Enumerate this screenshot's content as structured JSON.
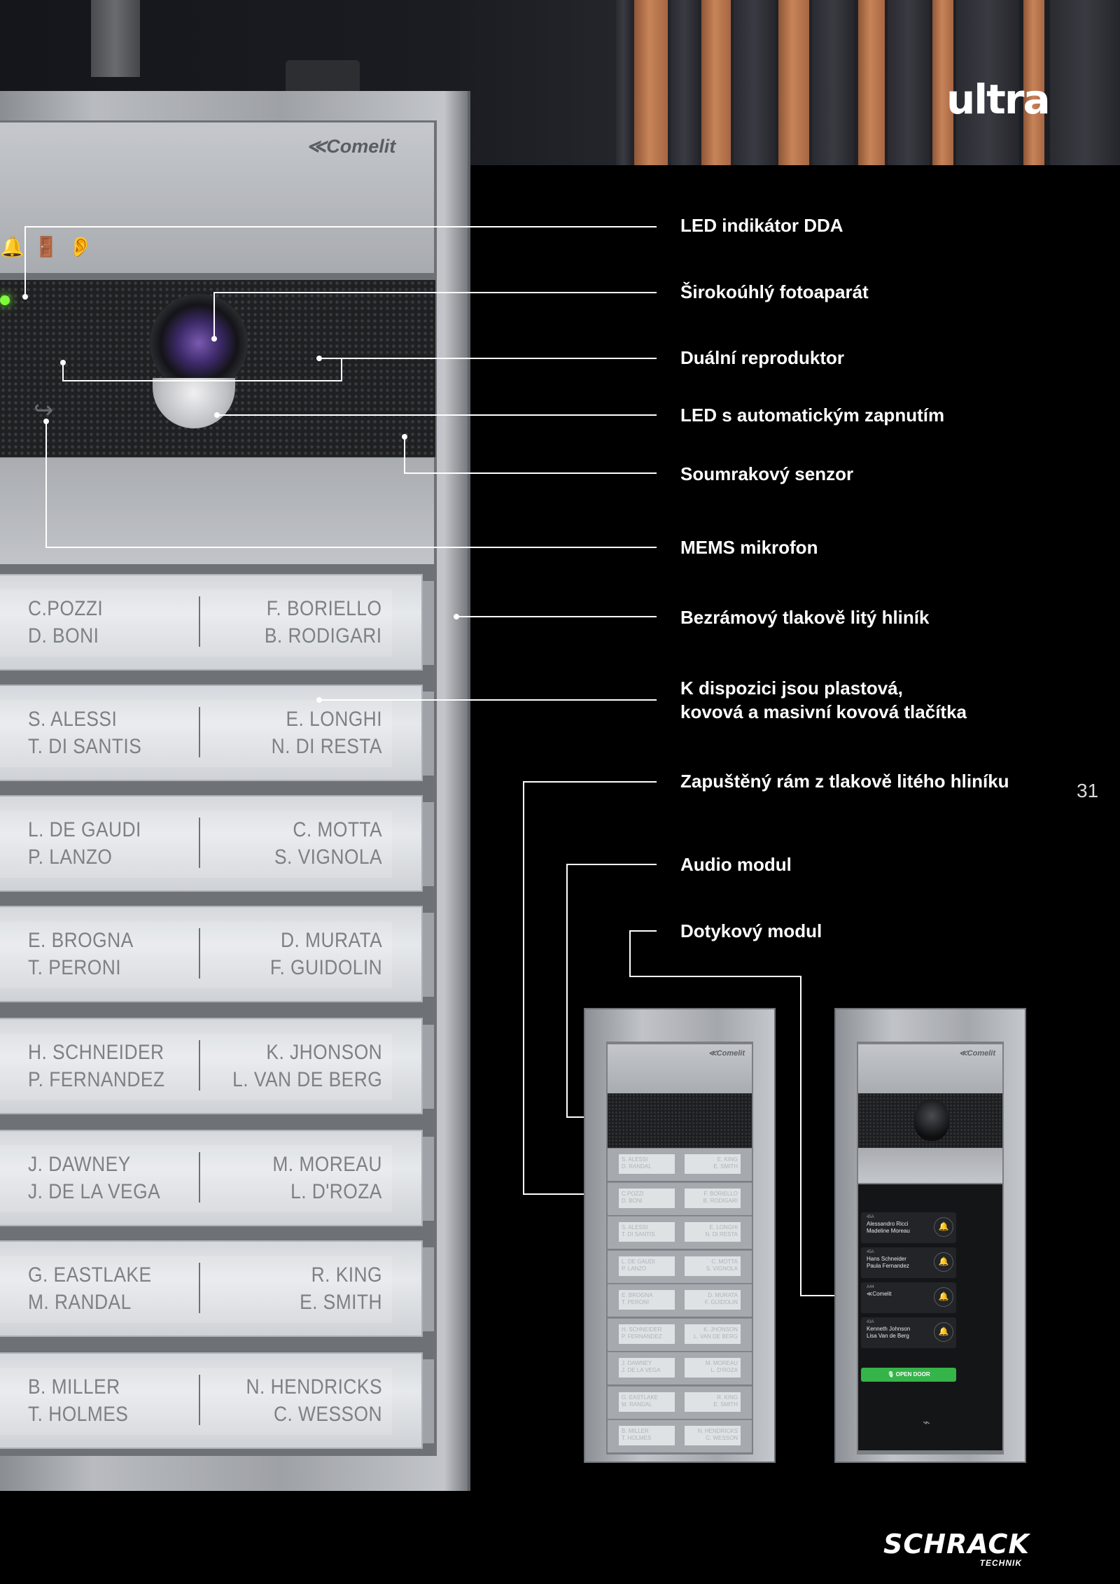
{
  "brand": {
    "series_logo": "ultra",
    "manufacturer_logo": "≪Comelit",
    "footer_logo": "SCHRACK",
    "footer_logo_sub": "TECHNIK"
  },
  "page_number": "31",
  "callouts": [
    {
      "id": "led-dda",
      "text": "LED indikátor DDA"
    },
    {
      "id": "camera",
      "text": "Širokoúhlý fotoaparát"
    },
    {
      "id": "speaker",
      "text": "Duální reproduktor"
    },
    {
      "id": "led-auto",
      "text": "LED s automatickým zapnutím"
    },
    {
      "id": "twilight",
      "text": "Soumrakový senzor"
    },
    {
      "id": "mems",
      "text": "MEMS mikrofon"
    },
    {
      "id": "frameless",
      "text": "Bezrámový tlakově litý hliník"
    },
    {
      "id": "buttons",
      "text": "K dispozici jsou plastová,\nkovová a masivní kovová tlačítka"
    },
    {
      "id": "recessed",
      "text": "Zapuštěný rám z tlakově litého hliníku"
    },
    {
      "id": "audio",
      "text": "Audio modul"
    },
    {
      "id": "touch",
      "text": "Dotykový modul"
    }
  ],
  "name_cards": [
    {
      "left": "C.POZZI\nD. BONI",
      "right": "F. BORIELLO\nB. RODIGARI"
    },
    {
      "left": "S. ALESSI\nT. DI SANTIS",
      "right": "E. LONGHI\nN. DI RESTA"
    },
    {
      "left": "L. DE GAUDI\nP. LANZO",
      "right": "C. MOTTA\nS. VIGNOLA"
    },
    {
      "left": "E. BROGNA\nT. PERONI",
      "right": "D. MURATA\nF. GUIDOLIN"
    },
    {
      "left": "H. SCHNEIDER\nP. FERNANDEZ",
      "right": "K. JHONSON\nL. VAN DE BERG"
    },
    {
      "left": "J. DAWNEY\nJ. DE LA VEGA",
      "right": "M. MOREAU\nL. D'ROZA"
    },
    {
      "left": "G. EASTLAKE\nM. RANDAL",
      "right": "R. KING\nE. SMITH"
    },
    {
      "left": "B. MILLER\nT. HOLMES",
      "right": "N. HENDRICKS\nC. WESSON"
    }
  ],
  "audio_module_slots": [
    {
      "left": "S. ALESSI\nD. RANDAL",
      "right": "E. KING\nE. SMITH"
    },
    {
      "left": "C.POZZI\nD. BONI",
      "right": "F. BORIELLO\nB. RODIGARI"
    },
    {
      "left": "S. ALESSI\nT. DI SANTIS",
      "right": "E. LONGHI\nN. DI RESTA"
    },
    {
      "left": "L. DE GAUDI\nP. LANZO",
      "right": "C. MOTTA\nS. VIGNOLA"
    },
    {
      "left": "E. BROGNA\nT. PERONI",
      "right": "D. MURATA\nF. GUIDOLIN"
    },
    {
      "left": "H. SCHNEIDER\nP. FERNANDEZ",
      "right": "K. JHONSON\nL. VAN DE BERG"
    },
    {
      "left": "J. DAWNEY\nJ. DE LA VEGA",
      "right": "M. MOREAU\nL. D'ROZA"
    },
    {
      "left": "G. EASTLAKE\nM. RANDAL",
      "right": "R. KING\nE. SMITH"
    },
    {
      "left": "B. MILLER\nT. HOLMES",
      "right": "N. HENDRICKS\nC. WESSON"
    }
  ],
  "touch_module": {
    "entries": [
      {
        "tag": "45A",
        "name": "Alessandro Ricci\nMadeline Moreau"
      },
      {
        "tag": "45A",
        "name": "Hans Schneider\nPaula Fernandez"
      },
      {
        "tag": "A44",
        "name": "≪Comelit"
      },
      {
        "tag": "43A",
        "name": "Kenneth Johnson\nLisa Van de Berg"
      }
    ],
    "open_door_label": "🎙 OPEN DOOR"
  },
  "icons": {
    "panel_icons": [
      "bell-icon",
      "door-icon",
      "hearing-icon"
    ],
    "nfc": "nfc-icon",
    "bell": "bell-icon"
  },
  "colors": {
    "background": "#000000",
    "callout_line": "#ffffff",
    "open_door": "#35b44a",
    "status_led": "#7dff3a"
  }
}
